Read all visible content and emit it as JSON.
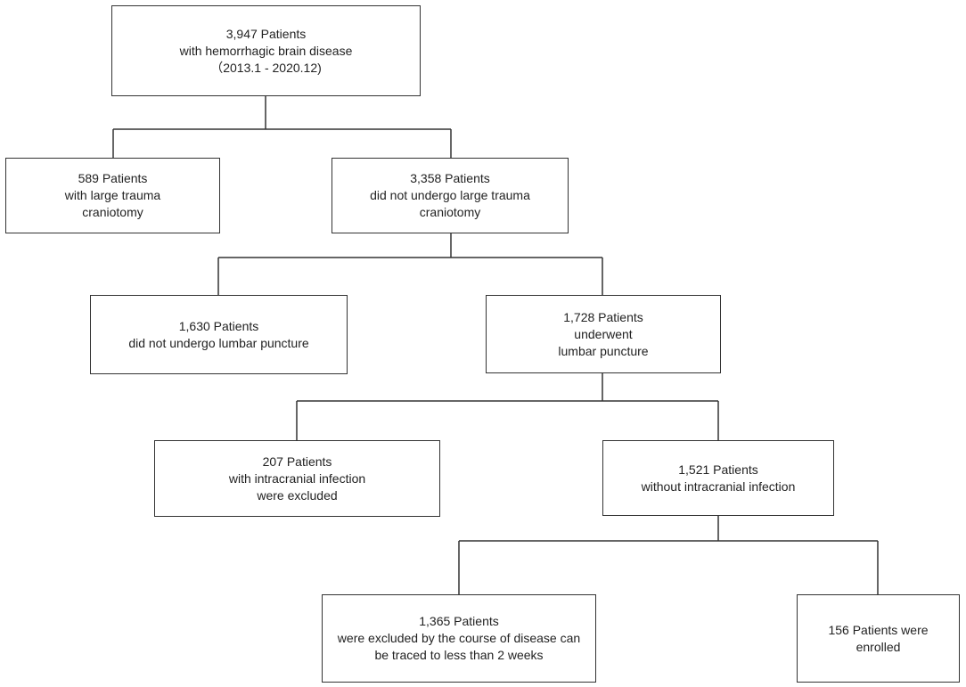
{
  "boxes": {
    "total": [
      "3,947 Patients",
      "with hemorrhagic brain disease",
      "（2013.1 - 2020.12)"
    ],
    "trauma": [
      "589 Patients",
      "with large trauma",
      "craniotomy"
    ],
    "no_trauma": [
      "3,358 Patients",
      "did not undergo large trauma",
      "craniotomy"
    ],
    "no_lp": [
      "1,630 Patients",
      "did not undergo lumbar puncture"
    ],
    "lp": [
      "1,728 Patients",
      "underwent",
      "lumbar puncture"
    ],
    "infection": [
      "207 Patients",
      "with intracranial infection",
      "were excluded"
    ],
    "no_infection": [
      "1,521 Patients",
      "without intracranial infection"
    ],
    "short_course": [
      "1,365 Patients",
      "were excluded by the course of disease can",
      "be traced to less than 2 weeks"
    ],
    "enrolled": [
      "156 Patients were",
      "enrolled"
    ]
  }
}
